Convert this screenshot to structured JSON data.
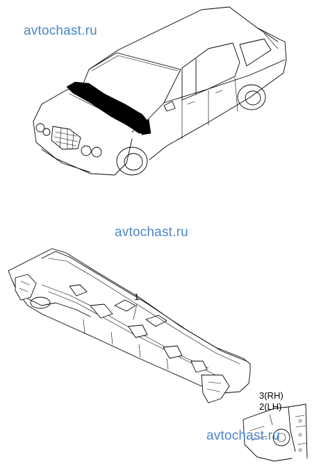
{
  "watermarks": [
    "avtochast.ru",
    "avtochast.ru",
    "avtochast.ru"
  ],
  "callouts": {
    "part_1": "1",
    "part_3": "3(RH)",
    "part_2": "2(LH)"
  },
  "colors": {
    "watermark": "#4a86c8",
    "line": "#000000",
    "background": "#ffffff"
  }
}
